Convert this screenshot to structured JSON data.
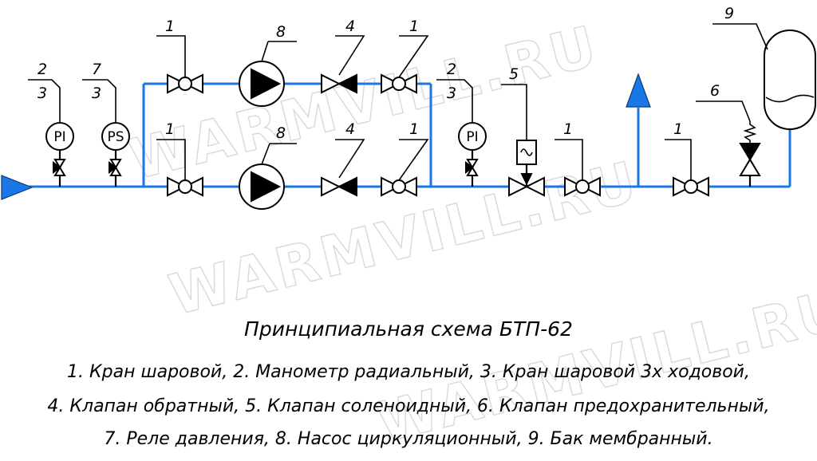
{
  "diagram": {
    "title": "Принципиальная схема БТП-62",
    "watermark": "WARMVILL.RU",
    "legend": [
      "1. Кран шаровой, 2. Манометр радиальный, 3. Кран шаровой 3х ходовой,",
      "4. Клапан обратный, 5. Клапан соленоидный, 6. Клапан предохранительный,",
      "7. Реле давления, 8. Насос циркуляционный, 9. Бак мембранный."
    ],
    "gauge_labels": {
      "pressure_gauge": "PI",
      "pressure_switch": "PS"
    },
    "tags": {
      "t2a": "2",
      "t3a": "3",
      "t7": "7",
      "t3b": "3",
      "t1_top_a": "1",
      "t8_top": "8",
      "t4_top": "4",
      "t1_top_b": "1",
      "t1_bot_a": "1",
      "t8_bot": "8",
      "t4_bot": "4",
      "t1_bot_b": "1",
      "t2b": "2",
      "t3c": "3",
      "t5": "5",
      "t1_after_sol": "1",
      "t6": "6",
      "t1_final": "1",
      "t9": "9"
    },
    "colors": {
      "pipe": "#1a78e6",
      "line": "#000000",
      "watermark": "#d9d9d9"
    }
  }
}
